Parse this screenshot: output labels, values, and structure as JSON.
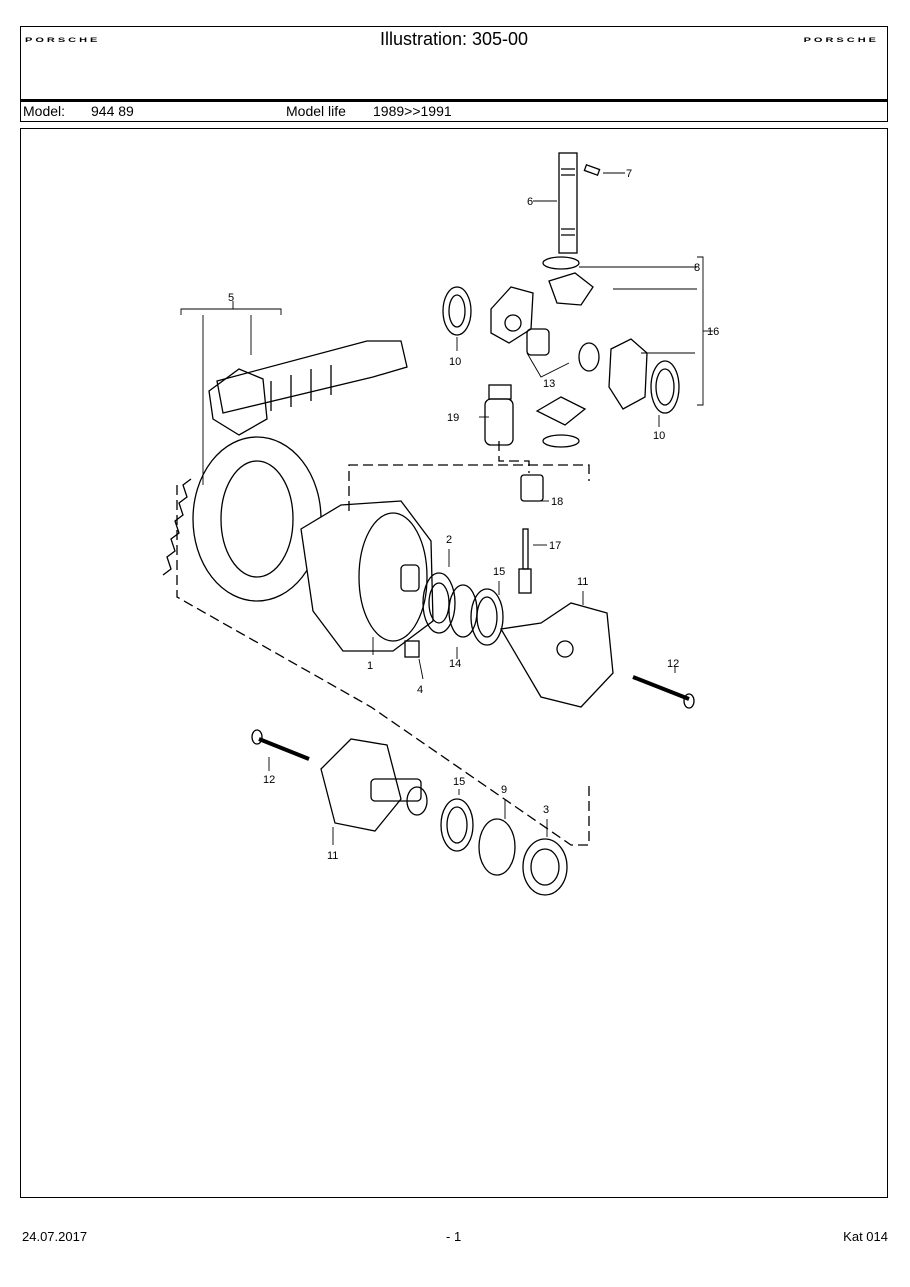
{
  "header": {
    "logo_text": "PORSCHE",
    "title": "Illustration: 305-00",
    "model_label": "Model:",
    "model_value": "944 89",
    "model_life_label": "Model life",
    "model_life_value": "1989>>1991"
  },
  "callouts": {
    "n1": "1",
    "n2": "2",
    "n3": "3",
    "n4": "4",
    "n5": "5",
    "n6": "6",
    "n7": "7",
    "n8": "8",
    "n9": "9",
    "n10a": "10",
    "n10b": "10",
    "n11a": "11",
    "n11b": "11",
    "n12a": "12",
    "n12b": "12",
    "n13": "13",
    "n14": "14",
    "n15a": "15",
    "n15b": "15",
    "n16": "16",
    "n17": "17",
    "n18": "18",
    "n19": "19"
  },
  "footer": {
    "date": "24.07.2017",
    "page": "- 1",
    "catalog": "Kat 014"
  }
}
